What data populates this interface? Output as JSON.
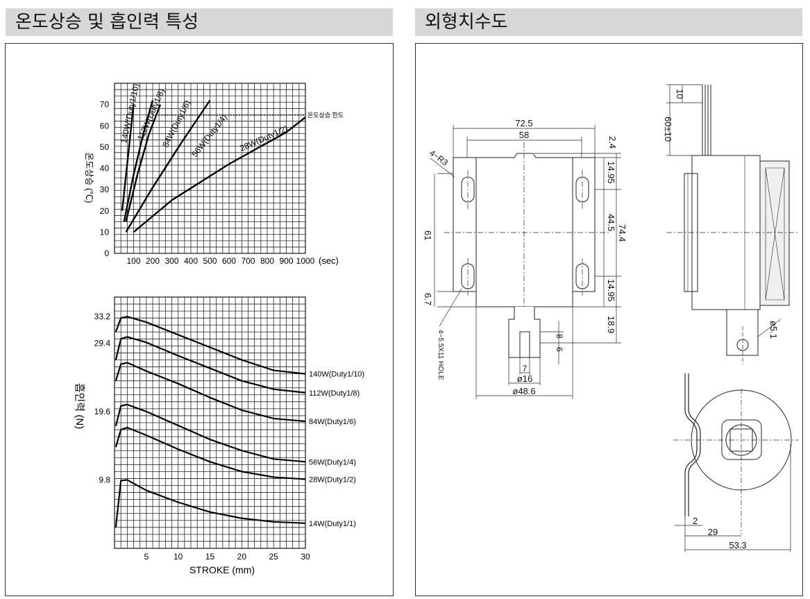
{
  "left_section": {
    "title": "온도상승 및 흡인력 특성"
  },
  "right_section": {
    "title": "외형치수도"
  },
  "chart_data": [
    {
      "type": "line",
      "title": "",
      "ylabel": "온도상승 (℃)",
      "xlabel": "",
      "x_unit": "(sec)",
      "xlim": [
        0,
        1000
      ],
      "ylim": [
        0,
        80
      ],
      "x_ticks": [
        100,
        200,
        300,
        400,
        500,
        600,
        700,
        800,
        900,
        1000
      ],
      "y_ticks": [
        0,
        10,
        20,
        30,
        40,
        50,
        60,
        70
      ],
      "limit_line": {
        "y": 65,
        "label": "온도상승 한도"
      },
      "grid": true,
      "series": [
        {
          "name": "140W(Duty1/10)",
          "x": [
            40,
            70,
            100
          ],
          "y": [
            20,
            45,
            70
          ]
        },
        {
          "name": "112W(Duty1/8)",
          "x": [
            50,
            100,
            150,
            200
          ],
          "y": [
            15,
            37,
            56,
            72
          ]
        },
        {
          "name": "84W(Duty1/6)",
          "x": [
            60,
            120,
            180,
            240
          ],
          "y": [
            15,
            37,
            56,
            70
          ]
        },
        {
          "name": "56W(Duty1/4)",
          "x": [
            60,
            200,
            350,
            500
          ],
          "y": [
            10,
            31,
            52,
            72
          ]
        },
        {
          "name": "28W(Duty1/2)",
          "x": [
            100,
            300,
            600,
            900,
            1000
          ],
          "y": [
            10,
            25,
            42,
            57,
            64
          ]
        }
      ]
    },
    {
      "type": "line",
      "title": "",
      "ylabel": "흡인력 (N)",
      "xlabel": "STROKE (mm)",
      "xlim": [
        0,
        30
      ],
      "ylim": [
        0,
        36
      ],
      "x_ticks": [
        5,
        10,
        15,
        20,
        25,
        30
      ],
      "y_ticks": [
        "9.8",
        "19.6",
        "29.4",
        "33.2"
      ],
      "grid": true,
      "series": [
        {
          "name": "140W(Duty1/10)",
          "x": [
            0.2,
            1,
            2,
            5,
            10,
            15,
            20,
            25,
            30
          ],
          "y": [
            31,
            33,
            33.2,
            32.4,
            30.6,
            28.8,
            27,
            25.5,
            25
          ]
        },
        {
          "name": "112W(Duty1/8)",
          "x": [
            0.2,
            1,
            2,
            5,
            10,
            15,
            20,
            25,
            30
          ],
          "y": [
            27,
            30,
            30.3,
            29.5,
            27.6,
            25.8,
            24,
            22.8,
            22.3
          ]
        },
        {
          "name": "84W(Duty1/6)",
          "x": [
            0.2,
            1,
            2,
            5,
            10,
            15,
            20,
            25,
            30
          ],
          "y": [
            24,
            26.4,
            26.6,
            25.4,
            23.6,
            21.6,
            19.8,
            18.6,
            18.2
          ]
        },
        {
          "name": "56W(Duty1/4)",
          "x": [
            0.2,
            1,
            2,
            5,
            10,
            15,
            20,
            25,
            30
          ],
          "y": [
            17.5,
            20.4,
            20.6,
            19.6,
            17.6,
            15.6,
            14,
            12.8,
            12.4
          ]
        },
        {
          "name": "28W(Duty1/2)",
          "x": [
            0.2,
            1,
            2,
            5,
            10,
            15,
            20,
            25,
            30
          ],
          "y": [
            14.5,
            17,
            17.3,
            16.2,
            14.2,
            12.4,
            11,
            10.2,
            9.9
          ]
        },
        {
          "name": "14W(Duty1/1)",
          "x": [
            0.2,
            1,
            2,
            5,
            10,
            15,
            20,
            25,
            30
          ],
          "y": [
            3,
            9.7,
            9.8,
            8.3,
            6.6,
            5.2,
            4.3,
            3.8,
            3.6
          ]
        }
      ]
    }
  ],
  "drawing": {
    "front_view": {
      "width_outer": "72.5",
      "width_inner": "58",
      "corner_note": "4−R3",
      "top_offset": "2.4",
      "hole_pitch_top": "14.95",
      "center_to_center": "44.5",
      "overall_height": "74.4",
      "hole_pitch_bottom": "14.95",
      "plunger_length": "18.9",
      "left_height": "61",
      "left_bottom": "6.7",
      "hole_note": "4−5.5X11 HOLE",
      "slot_width": "7",
      "slot_depth": "8",
      "slot_offset": "6",
      "plunger_dia": "ø16",
      "body_dia": "ø48.6"
    },
    "side_view": {
      "lead_top": "10",
      "lead_length": "60±10",
      "pin_dia": "ø5.1"
    },
    "bottom_view": {
      "bracket_thickness": "2",
      "center_distance": "29",
      "overall_depth": "53.3"
    }
  }
}
